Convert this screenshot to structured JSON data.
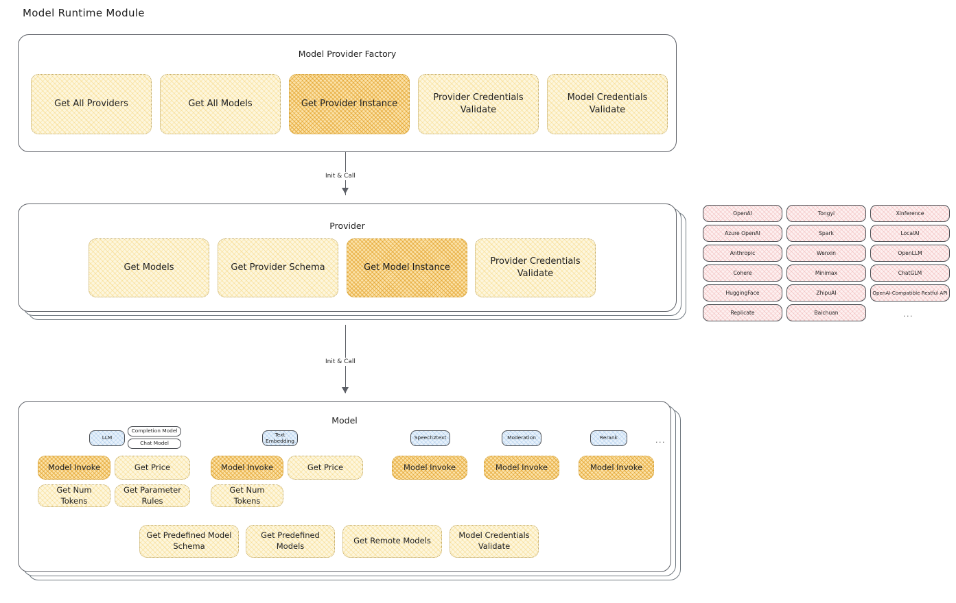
{
  "page": {
    "title": "Model Runtime Module"
  },
  "factory": {
    "title": "Model Provider Factory",
    "items": [
      {
        "label": "Get All Providers",
        "highlighted": false
      },
      {
        "label": "Get All Models",
        "highlighted": false
      },
      {
        "label": "Get Provider Instance",
        "highlighted": true
      },
      {
        "label": "Provider Credentials Validate",
        "highlighted": false
      },
      {
        "label": "Model Credentials Validate",
        "highlighted": false
      }
    ]
  },
  "arrow1": {
    "label": "Init & Call"
  },
  "provider": {
    "title": "Provider",
    "items": [
      {
        "label": "Get Models",
        "highlighted": false
      },
      {
        "label": "Get Provider Schema",
        "highlighted": false
      },
      {
        "label": "Get Model Instance",
        "highlighted": true
      },
      {
        "label": "Provider Credentials Validate",
        "highlighted": false
      }
    ]
  },
  "arrow2": {
    "label": "Init & Call"
  },
  "provider_list": {
    "columns": [
      [
        "OpenAI",
        "Azure OpenAI",
        "Anthropic",
        "Cohere",
        "HuggingFace",
        "Replicate"
      ],
      [
        "Tongyi",
        "Spark",
        "Wenxin",
        "Minimax",
        "ZhipuAI",
        "Baichuan"
      ],
      [
        "Xinference",
        "LocalAI",
        "OpenLLM",
        "ChatGLM",
        "OpenAI-Compatible Restful API"
      ]
    ],
    "more": "..."
  },
  "model": {
    "title": "Model",
    "more": "...",
    "types": [
      {
        "badge": "LLM",
        "sub_badges": [
          "Completion Model",
          "Chat Model"
        ],
        "methods": [
          {
            "label": "Model Invoke",
            "highlighted": true
          },
          {
            "label": "Get Price",
            "highlighted": false
          },
          {
            "label": "Get Num Tokens",
            "highlighted": false
          },
          {
            "label": "Get Parameter Rules",
            "highlighted": false
          }
        ]
      },
      {
        "badge": "Text Embedding",
        "sub_badges": [],
        "methods": [
          {
            "label": "Model Invoke",
            "highlighted": true
          },
          {
            "label": "Get Price",
            "highlighted": false
          },
          {
            "label": "Get Num Tokens",
            "highlighted": false
          }
        ]
      },
      {
        "badge": "Speech2text",
        "sub_badges": [],
        "methods": [
          {
            "label": "Model Invoke",
            "highlighted": true
          }
        ]
      },
      {
        "badge": "Moderation",
        "sub_badges": [],
        "methods": [
          {
            "label": "Model Invoke",
            "highlighted": true
          }
        ]
      },
      {
        "badge": "Rerank",
        "sub_badges": [],
        "methods": [
          {
            "label": "Model Invoke",
            "highlighted": true
          }
        ]
      }
    ],
    "shared_methods": [
      {
        "label": "Get Predefined Model Schema"
      },
      {
        "label": "Get Predefined Models"
      },
      {
        "label": "Get Remote Models"
      },
      {
        "label": "Model Credentials Validate"
      }
    ]
  },
  "colors": {
    "chip_fill": "#fdf6dd",
    "chip_highlight_fill": "#fbe2a8",
    "provider_pill_fill": "#fdf0f0",
    "badge_fill": "#e7f1fb",
    "stroke": "#343a40",
    "background": "#ffffff"
  }
}
